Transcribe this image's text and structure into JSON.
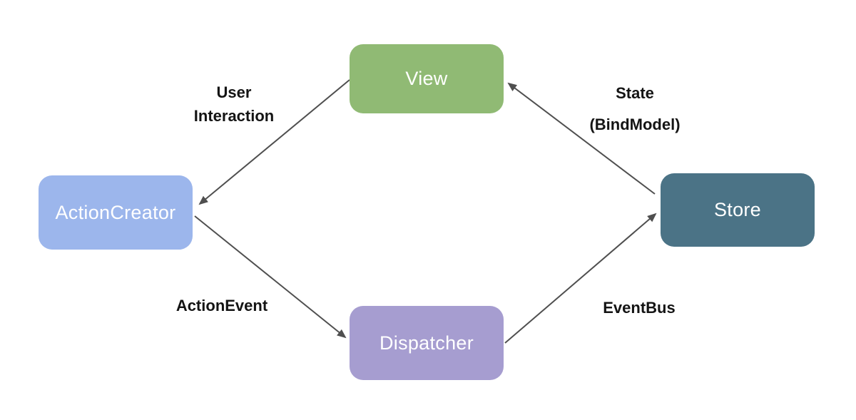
{
  "diagram": {
    "type": "flux-architecture-flow-diagram",
    "background": "#ffffff",
    "arrow_color": "#4f4f4f",
    "label_color": "#141414"
  },
  "nodes": {
    "view": {
      "label": "View",
      "color": "#90BA74",
      "text_color": "#ffffff"
    },
    "action_creator": {
      "label": "ActionCreator",
      "color": "#9CB6EC",
      "text_color": "#ffffff"
    },
    "store": {
      "label": "Store",
      "color": "#4B7386",
      "text_color": "#ffffff"
    },
    "dispatcher": {
      "label": "Dispatcher",
      "color": "#A69DD0",
      "text_color": "#ffffff"
    }
  },
  "edges": {
    "view_to_action_creator": {
      "from": "View",
      "to": "ActionCreator",
      "label_line1": "User",
      "label_line2": "Interaction"
    },
    "action_creator_to_dispatcher": {
      "from": "ActionCreator",
      "to": "Dispatcher",
      "label_line1": "ActionEvent"
    },
    "dispatcher_to_store": {
      "from": "Dispatcher",
      "to": "Store",
      "label_line1": "EventBus"
    },
    "store_to_view": {
      "from": "Store",
      "to": "View",
      "label_line1": "State",
      "label_line2": "(BindModel)"
    }
  }
}
